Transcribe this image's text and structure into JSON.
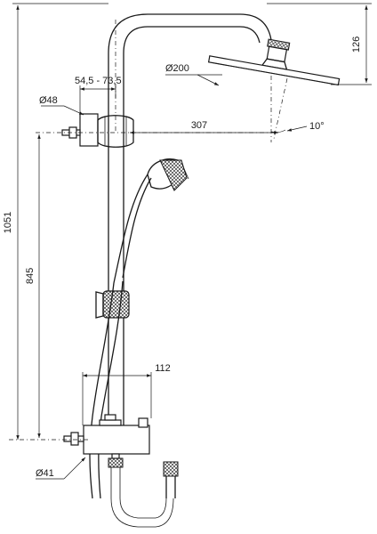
{
  "drawing": {
    "background": "#ffffff",
    "line_color": "#1a1a1a",
    "dimensions": {
      "total_height": "1051",
      "bracket_height": "845",
      "head_drop": "126",
      "head_diameter": "Ø200",
      "arm_reach": "307",
      "head_tilt": "10°",
      "bracket_offset": "54,5 - 73,5",
      "bracket_diameter": "Ø48",
      "valve_projection": "112",
      "valve_diameter": "Ø41"
    }
  }
}
